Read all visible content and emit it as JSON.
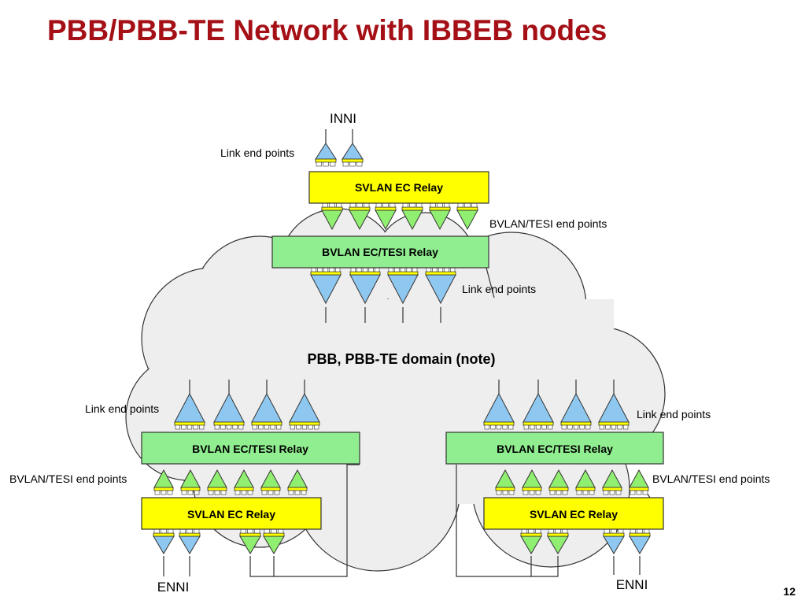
{
  "title": "PBB/PBB-TE Network with IBBEB nodes",
  "page_number": "12",
  "domain_label": "PBB, PBB-TE domain (note)",
  "labels": {
    "inni": "INNI",
    "enni_left": "ENNI",
    "enni_right": "ENNI",
    "link_end_points_top": "Link end points",
    "bvlan_tesi_end_points_top": "BVLAN/TESI end points",
    "link_end_points_mid": "Link end points",
    "link_end_points_left": "Link end points",
    "link_end_points_right": "Link end points",
    "bvlan_tesi_end_points_left": "BVLAN/TESI end points",
    "bvlan_tesi_end_points_right": "BVLAN/TESI end points"
  },
  "relays": {
    "top_svlan": "SVLAN EC Relay",
    "top_bvlan": "BVLAN EC/TESI Relay",
    "left_bvlan": "BVLAN EC/TESI Relay",
    "left_svlan": "SVLAN EC Relay",
    "right_bvlan": "BVLAN EC/TESI Relay",
    "right_svlan": "SVLAN EC Relay"
  },
  "colors": {
    "title": "#a50f16",
    "svlan_relay": "#ffff00",
    "bvlan_relay": "#90ee90",
    "cloud_fill": "#eeeeee",
    "cloud_stroke": "#333333",
    "port_blue": "#8ec8f0",
    "port_green": "#90ee70",
    "port_yellow": "#ffff00"
  }
}
